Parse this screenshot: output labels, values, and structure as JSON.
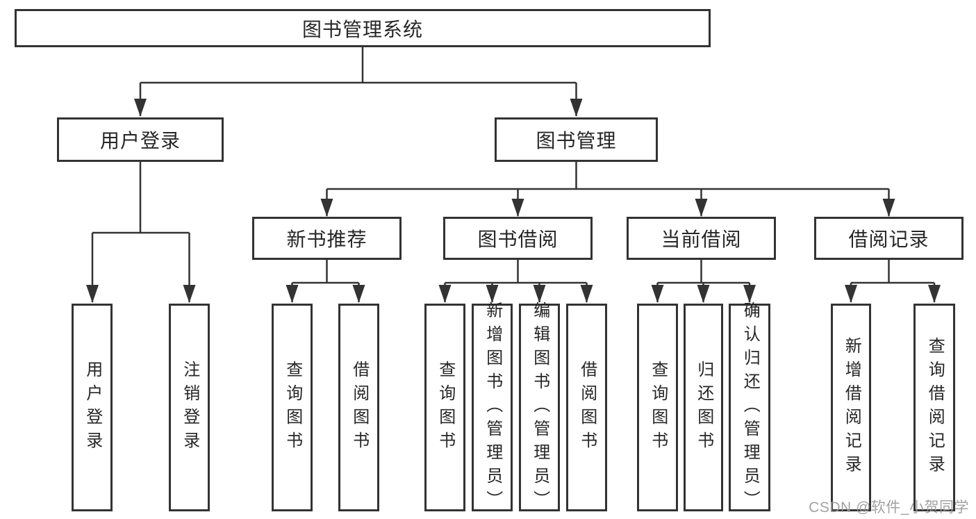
{
  "diagram": {
    "title": "图书管理系统",
    "nodes": {
      "root": {
        "id": "library-management-system",
        "label": "图书管理系统"
      },
      "level2": [
        {
          "id": "user-login",
          "label": "用户登录",
          "parent": "library-management-system"
        },
        {
          "id": "book-management",
          "label": "图书管理",
          "parent": "library-management-system"
        }
      ],
      "level3": [
        {
          "id": "new-book-recommend",
          "label": "新书推荐",
          "parent": "book-management"
        },
        {
          "id": "book-borrowing",
          "label": "图书借阅",
          "parent": "book-management"
        },
        {
          "id": "current-borrowing",
          "label": "当前借阅",
          "parent": "book-management"
        },
        {
          "id": "borrowing-records",
          "label": "借阅记录",
          "parent": "book-management"
        }
      ],
      "leaves": [
        {
          "id": "user-login-leaf",
          "label": "用户登录",
          "parent": "user-login"
        },
        {
          "id": "logout-leaf",
          "label": "注销登录",
          "parent": "user-login"
        },
        {
          "id": "query-books-recommend",
          "label": "查询图书",
          "parent": "new-book-recommend"
        },
        {
          "id": "borrow-books-recommend",
          "label": "借阅图书",
          "parent": "new-book-recommend"
        },
        {
          "id": "query-books-borrowing",
          "label": "查询图书",
          "parent": "book-borrowing"
        },
        {
          "id": "add-books-admin",
          "label": "新增图书（管理员）",
          "parent": "book-borrowing"
        },
        {
          "id": "edit-books-admin",
          "label": "编辑图书（管理员）",
          "parent": "book-borrowing"
        },
        {
          "id": "borrow-books-borrowing",
          "label": "借阅图书",
          "parent": "book-borrowing"
        },
        {
          "id": "query-books-current",
          "label": "查询图书",
          "parent": "current-borrowing"
        },
        {
          "id": "return-books",
          "label": "归还图书",
          "parent": "current-borrowing"
        },
        {
          "id": "confirm-return-admin",
          "label": "确认归还（管理员）",
          "parent": "current-borrowing"
        },
        {
          "id": "add-borrow-record",
          "label": "新增借阅记录",
          "parent": "borrowing-records"
        },
        {
          "id": "query-borrow-record",
          "label": "查询借阅记录",
          "parent": "borrowing-records"
        }
      ]
    }
  },
  "watermark": {
    "text": "CSDN @软件_小贺同学",
    "color": "#9a9a9a"
  },
  "colors": {
    "line": "#333333",
    "border": "#333333",
    "text": "#262626",
    "background": "#ffffff"
  }
}
